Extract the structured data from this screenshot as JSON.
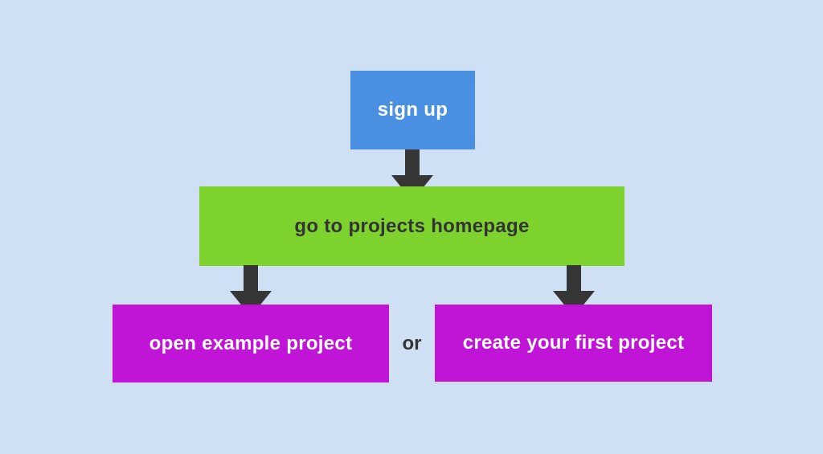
{
  "palette": {
    "canvas-bg": "#cfe0f5",
    "node-blue": "#4a90e2",
    "node-green": "#7dd22d",
    "node-magenta": "#c015d6",
    "arrow-dark": "#363636",
    "text-dark": "#333333",
    "text-light": "#ffffff"
  },
  "diagram": {
    "type": "flowchart",
    "nodes": [
      {
        "id": "sign-up",
        "label": "sign up"
      },
      {
        "id": "projects-homepage",
        "label": "go to projects homepage"
      },
      {
        "id": "open-example-project",
        "label": "open example project"
      },
      {
        "id": "create-first-project",
        "label": "create your first project"
      }
    ],
    "connector_word": "or",
    "edges": [
      {
        "from": "sign-up",
        "to": "projects-homepage"
      },
      {
        "from": "projects-homepage",
        "to": "open-example-project"
      },
      {
        "from": "projects-homepage",
        "to": "create-first-project"
      }
    ]
  }
}
